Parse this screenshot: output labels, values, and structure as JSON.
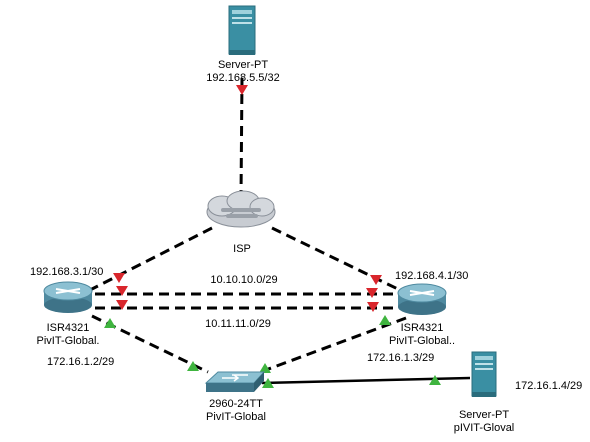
{
  "devices": {
    "server_top": {
      "model": "Server-PT",
      "ip": "192.168.5.5/32",
      "icon": "server-icon"
    },
    "isp": {
      "name": "ISP",
      "icon": "cloud-icon"
    },
    "router_left": {
      "model": "ISR4321",
      "name": "PivIT-Global.",
      "icon": "router-icon"
    },
    "router_right": {
      "model": "ISR4321",
      "name": "PivIT-Global..",
      "icon": "router-icon"
    },
    "switch": {
      "model": "2960-24TT",
      "name": "PivIT-Global",
      "icon": "switch-icon"
    },
    "server_right": {
      "model": "Server-PT",
      "name": "pIVIT-Gloval",
      "icon": "server-icon"
    }
  },
  "addresses": {
    "left_router_wan": "192.168.3.1/30",
    "right_router_wan": "192.168.4.1/30",
    "link_top": "10.10.10.0/29",
    "link_bottom": "10.11.11.0/29",
    "left_router_lan": "172.16.1.2/29",
    "right_router_lan": "172.16.1.3/29",
    "server_right_ip": "172.16.1.4/29"
  },
  "colors": {
    "link_down": "#d9262c",
    "link_up": "#3fb43f",
    "device_teal": "#3a8fa3"
  }
}
